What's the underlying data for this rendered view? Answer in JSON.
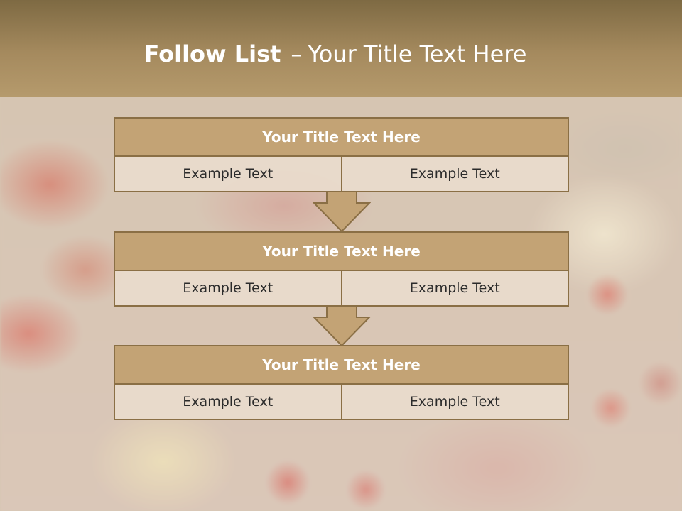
{
  "slide": {
    "title_bold": "Follow List",
    "title_dash": "–",
    "title_rest": "Your Title Text Here"
  },
  "blocks": [
    {
      "title": "Your Title Text Here",
      "left": "Example Text",
      "right": "Example Text"
    },
    {
      "title": "Your Title Text Here",
      "left": "Example Text",
      "right": "Example Text"
    },
    {
      "title": "Your Title Text Here",
      "left": "Example Text",
      "right": "Example Text"
    }
  ],
  "colors": {
    "title_bar": "#a58a5e",
    "block_header": "#c3a375",
    "block_border": "#8a6f45",
    "cell_background": "#e9dbcc",
    "arrow_fill": "#c3a375"
  },
  "icons": [
    "down-arrow-icon",
    "down-arrow-icon"
  ]
}
